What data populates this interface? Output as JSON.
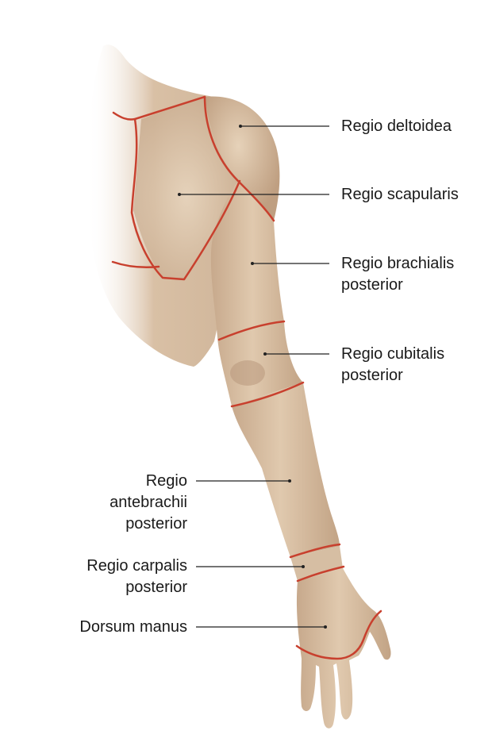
{
  "colors": {
    "background": "#ffffff",
    "skin_light": "#e3cdb3",
    "skin_mid": "#cfb295",
    "skin_dark": "#a88a6e",
    "boundary": "#c8402e",
    "leader": "#222222",
    "text": "#1a1a1a"
  },
  "labels": {
    "deltoidea": {
      "lines": [
        "Regio deltoidea"
      ]
    },
    "scapularis": {
      "lines": [
        "Regio scapularis"
      ]
    },
    "brachialis": {
      "lines": [
        "Regio brachialis",
        "posterior"
      ]
    },
    "cubitalis": {
      "lines": [
        "Regio cubitalis",
        "posterior"
      ]
    },
    "antebrachii": {
      "lines": [
        "Regio",
        "antebrachii",
        "posterior"
      ]
    },
    "carpalis": {
      "lines": [
        "Regio carpalis",
        "posterior"
      ]
    },
    "dorsum": {
      "lines": [
        "Dorsum manus"
      ]
    }
  }
}
